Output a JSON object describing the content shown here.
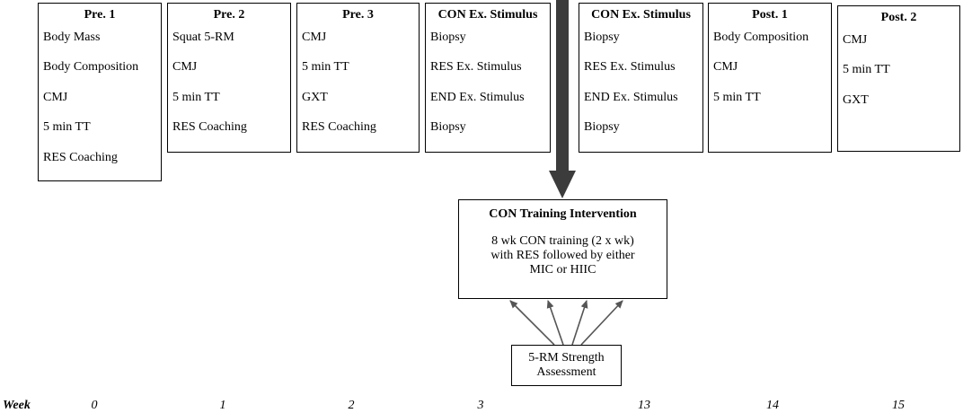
{
  "boxes": [
    {
      "title": "Pre. 1",
      "items": [
        "Body Mass",
        "Body Composition",
        "CMJ",
        "5 min TT",
        "RES Coaching"
      ]
    },
    {
      "title": "Pre. 2",
      "items": [
        "Squat 5-RM",
        "CMJ",
        "5 min TT",
        "RES Coaching"
      ]
    },
    {
      "title": "Pre. 3",
      "items": [
        "CMJ",
        "5 min TT",
        "GXT",
        "RES Coaching"
      ]
    },
    {
      "title": "CON Ex. Stimulus",
      "items": [
        "Biopsy",
        "RES Ex. Stimulus",
        "END Ex. Stimulus",
        "Biopsy"
      ]
    },
    {
      "title": "CON Ex. Stimulus",
      "items": [
        "Biopsy",
        "RES Ex. Stimulus",
        "END Ex. Stimulus",
        "Biopsy"
      ]
    },
    {
      "title": "Post. 1",
      "items": [
        "Body Composition",
        "CMJ",
        "5 min TT"
      ]
    },
    {
      "title": "Post. 2",
      "items": [
        "CMJ",
        "5 min TT",
        "GXT"
      ]
    }
  ],
  "intervention": {
    "title": "CON Training Intervention",
    "lines": [
      "8 wk CON training (2 x wk)",
      "with RES followed by either",
      "MIC or HIIC"
    ]
  },
  "strength": {
    "lines": [
      "5-RM Strength",
      "Assessment"
    ]
  },
  "timeline": {
    "label": "Week",
    "weeks": [
      "0",
      "1",
      "2",
      "3",
      "13",
      "14",
      "15"
    ]
  }
}
